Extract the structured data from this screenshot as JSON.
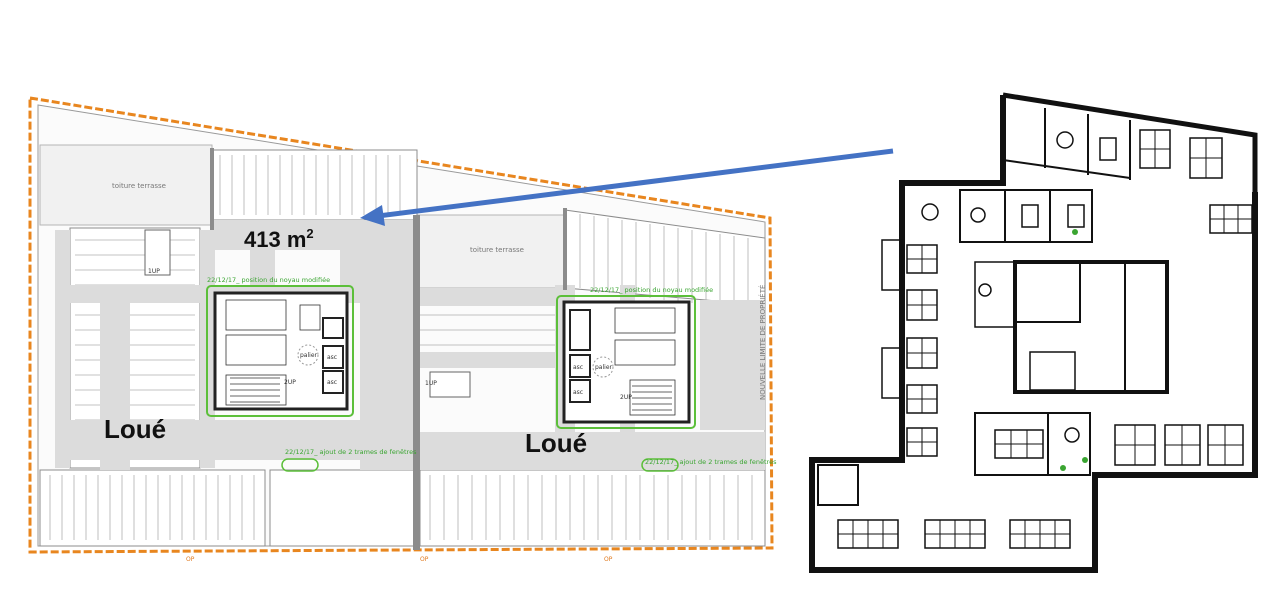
{
  "plan_left": {
    "area_label": "413 m",
    "area_superscript": "2",
    "rented_label_1": "Loué",
    "rented_label_2": "Loué",
    "note_core_1": "22/12/17_ position du noyau modifiée",
    "note_core_2": "22/12/17_ position du noyau modifiée",
    "note_windows_1": "22/12/17_ ajout de 2 trames de fenêtres",
    "note_windows_2": "22/12/17_ ajout de 2 trames de fenêtres",
    "landing_1": "palier",
    "landing_2": "palier",
    "lift_label": "asc",
    "stair_label_1": "2UP",
    "stair_label_2": "2UP",
    "up_label_1": "1UP",
    "up_label_2": "1UP",
    "op_label": "OP",
    "terrace_1": "toiture terrasse",
    "terrace_2": "toiture terrasse",
    "side_note": "NOUVELLE LIMITE DE PROPRIÉTÉ"
  },
  "colors": {
    "boundary": "#e8861f",
    "arrow": "#4472c4",
    "core_frame": "#5cbf3a",
    "corridor": "#dcdcdc",
    "wall": "#8c8c8c",
    "furniture": "#111111"
  }
}
